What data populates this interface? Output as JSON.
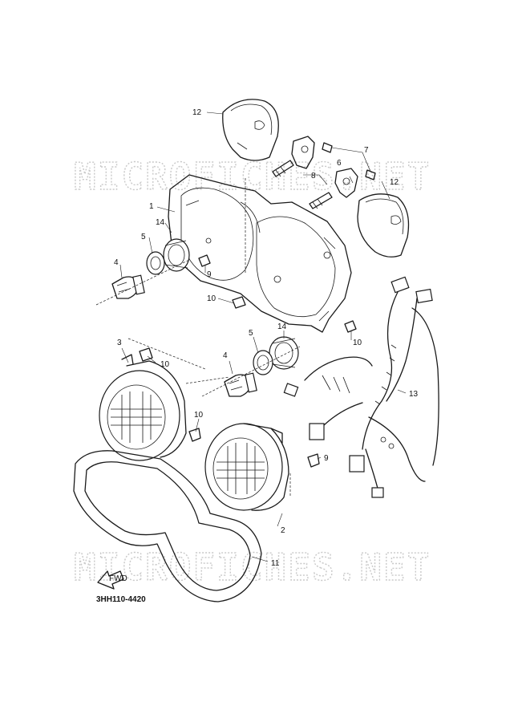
{
  "watermarks": [
    "MICROFICHES.NET",
    "MICROFICHES.NET"
  ],
  "callouts": {
    "c1": "1",
    "c2": "2",
    "c3": "3",
    "c4a": "4",
    "c4b": "4",
    "c5a": "5",
    "c5b": "5",
    "c6": "6",
    "c7": "7",
    "c8": "8",
    "c9a": "9",
    "c9b": "9",
    "c10a": "10",
    "c10b": "10",
    "c10c": "10",
    "c10d": "10",
    "c11": "11",
    "c12a": "12",
    "c12b": "12",
    "c13": "13",
    "c14a": "14",
    "c14b": "14"
  },
  "fwd_label": "FWD",
  "reference_code": "3HH110-4420"
}
